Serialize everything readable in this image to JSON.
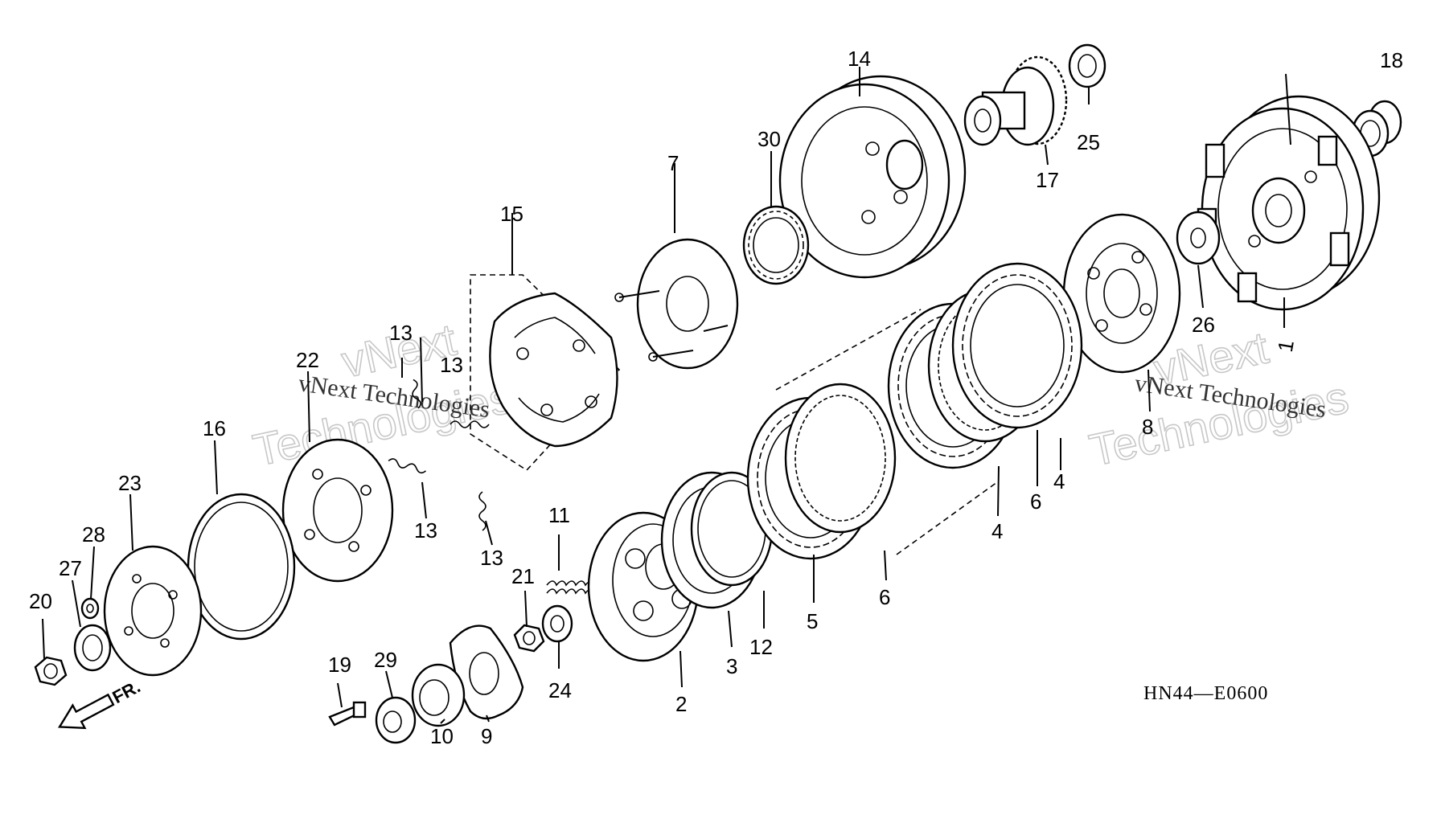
{
  "diagram": {
    "code": "HN44—E0600",
    "direction_label": "FR.",
    "watermarks": {
      "script_left": "vNext Technologies",
      "script_right": "vNext Technologies",
      "outline_left_1": "vNext",
      "outline_left_2": "Technologies",
      "outline_right_1": "vNext",
      "outline_right_2": "Technologies"
    },
    "callouts": [
      {
        "id": "c1",
        "text": "1"
      },
      {
        "id": "c2",
        "text": "2"
      },
      {
        "id": "c3",
        "text": "3"
      },
      {
        "id": "c4a",
        "text": "4"
      },
      {
        "id": "c4b",
        "text": "4"
      },
      {
        "id": "c5",
        "text": "5"
      },
      {
        "id": "c6a",
        "text": "6"
      },
      {
        "id": "c6b",
        "text": "6"
      },
      {
        "id": "c7",
        "text": "7"
      },
      {
        "id": "c8",
        "text": "8"
      },
      {
        "id": "c9",
        "text": "9"
      },
      {
        "id": "c10",
        "text": "10"
      },
      {
        "id": "c11",
        "text": "11"
      },
      {
        "id": "c12",
        "text": "12"
      },
      {
        "id": "c13a",
        "text": "13"
      },
      {
        "id": "c13b",
        "text": "13"
      },
      {
        "id": "c13c",
        "text": "13"
      },
      {
        "id": "c13d",
        "text": "13"
      },
      {
        "id": "c14",
        "text": "14"
      },
      {
        "id": "c15",
        "text": "15"
      },
      {
        "id": "c16",
        "text": "16"
      },
      {
        "id": "c17",
        "text": "17"
      },
      {
        "id": "c18",
        "text": "18"
      },
      {
        "id": "c19",
        "text": "19"
      },
      {
        "id": "c20",
        "text": "20"
      },
      {
        "id": "c21",
        "text": "21"
      },
      {
        "id": "c22",
        "text": "22"
      },
      {
        "id": "c23",
        "text": "23"
      },
      {
        "id": "c24",
        "text": "24"
      },
      {
        "id": "c25",
        "text": "25"
      },
      {
        "id": "c26",
        "text": "26"
      },
      {
        "id": "c27",
        "text": "27"
      },
      {
        "id": "c28",
        "text": "28"
      },
      {
        "id": "c29",
        "text": "29"
      },
      {
        "id": "c30",
        "text": "30"
      }
    ]
  }
}
